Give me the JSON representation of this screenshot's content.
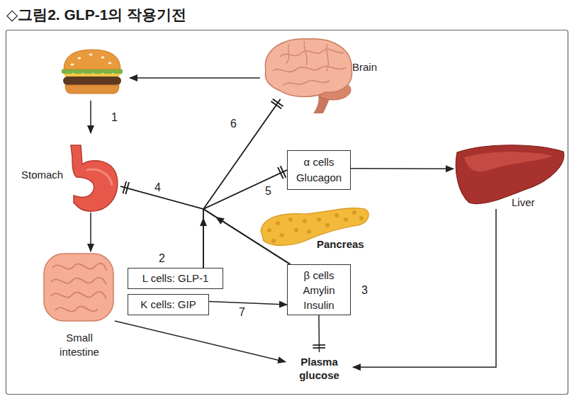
{
  "diagram": {
    "title": "◇그림2. GLP-1의 작용기전",
    "nodes": [
      {
        "text": [
          "Brain"
        ]
      },
      {
        "text": [
          "Stomach"
        ]
      },
      {
        "text": [
          "α cells",
          "Glucagon"
        ]
      },
      {
        "text": [
          "Liver"
        ]
      },
      {
        "text": [
          "Pancreas"
        ]
      },
      {
        "text": [
          "L cells: GLP-1"
        ]
      },
      {
        "text": [
          "K cells: GIP"
        ]
      },
      {
        "text": [
          "β cells",
          "Amylin",
          "Insulin"
        ]
      },
      {
        "text": [
          "Small intestine"
        ]
      },
      {
        "text": [
          "Plasma glucose"
        ]
      }
    ],
    "edges": [
      {
        "from": 1,
        "to": 8,
        "arrow": "to"
      },
      {
        "from": 5,
        "to": 1,
        "arrow": "to"
      },
      {
        "from": 5,
        "to": 2,
        "arrow": "to"
      },
      {
        "from": 5,
        "to": 0,
        "arrow": "to"
      },
      {
        "from": 7,
        "to": 1,
        "arrow": "to"
      },
      {
        "from": 7,
        "to": 2,
        "arrow": "to"
      },
      {
        "from": 7,
        "to": 0,
        "arrow": "to"
      },
      {
        "from": 6,
        "to": 7,
        "label": "7",
        "arrow": "to"
      },
      {
        "from": 2,
        "to": 3,
        "arrow": "to"
      },
      {
        "from": 8,
        "to": 9,
        "arrow": "to"
      },
      {
        "from": 3,
        "to": 9,
        "arrow": "to"
      },
      {
        "from": 7,
        "to": 9,
        "arrow": "to"
      }
    ],
    "labels": [
      "1",
      "2",
      "3",
      "4",
      "5",
      "6"
    ]
  }
}
